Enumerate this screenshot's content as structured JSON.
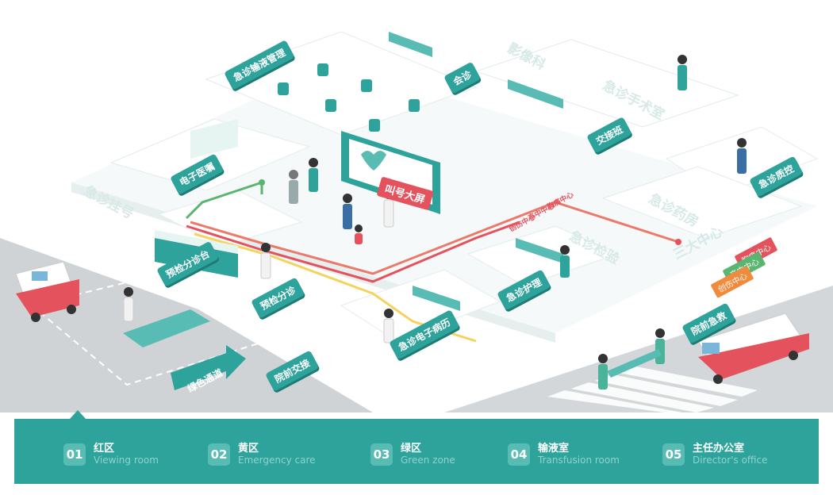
{
  "zones": {
    "infusion": "急诊输液管理",
    "consult": "会诊",
    "imaging": "影像科",
    "surgery": "急诊手术室",
    "handover": "交接班",
    "e_order": "电子医嘱",
    "registration": "急诊挂号",
    "quality": "急诊质控",
    "pharmacy": "急诊药房",
    "inspection": "急诊检验",
    "call_screen": "叫号大屏",
    "triage_desk": "预检分诊台",
    "triage": "预检分诊",
    "nursing": "急诊护理",
    "emr": "急诊电子病历",
    "green_channel": "绿色通道",
    "prehospital_handover": "院前交接",
    "prehospital_rescue": "院前急救",
    "centers_title": "三大中心",
    "center_chest": "胸痛中心",
    "center_stroke": "卒中中心",
    "center_trauma": "创伤中心"
  },
  "route_labels": [
    "胸痛中心",
    "卒中中心",
    "创伤中心"
  ],
  "colors": {
    "teal": "#2ea39b",
    "red": "#e4525e",
    "yellow": "#f4d35e",
    "green": "#59b56f"
  },
  "legend": [
    {
      "num": "01",
      "zh": "红区",
      "en": "Viewing room"
    },
    {
      "num": "02",
      "zh": "黄区",
      "en": "Emergency care"
    },
    {
      "num": "03",
      "zh": "绿区",
      "en": "Green zone"
    },
    {
      "num": "04",
      "zh": "输液室",
      "en": "Transfusion room"
    },
    {
      "num": "05",
      "zh": "主任办公室",
      "en": "Director's office"
    }
  ]
}
